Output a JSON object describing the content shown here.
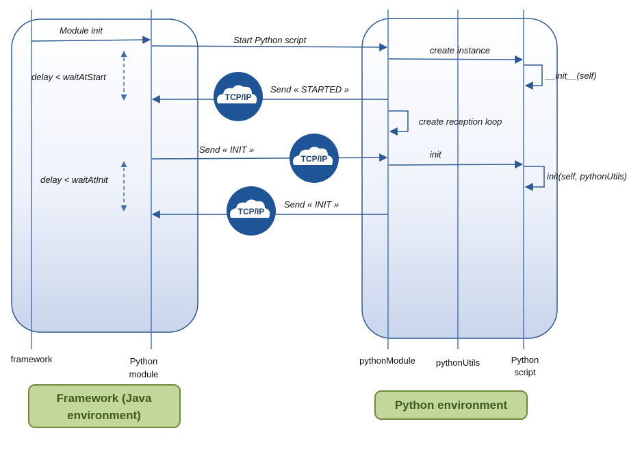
{
  "lifelines": {
    "framework": "framework",
    "python_module_1": "Python",
    "python_module_2": "module",
    "pythonModule": "pythonModule",
    "pythonUtils": "pythonUtils",
    "python_script_1": "Python",
    "python_script_2": "script"
  },
  "messages": {
    "module_init": "Module init",
    "start_python_script": "Start Python script",
    "create_instance": "create instance",
    "init_self": "__init__(self)",
    "send_started": "Send « STARTED »",
    "create_reception_loop": "create reception loop",
    "send_init_1": "Send « INIT »",
    "init": "init",
    "init_self_utils": "init(self, pythonUtils)",
    "send_init_2": "Send « INIT »"
  },
  "delays": {
    "wait_at_start": "delay < waitAtStart",
    "wait_at_init": "delay < waitAtInit"
  },
  "tcp_label": "TCP/IP",
  "environments": {
    "java_line1": "Framework (Java",
    "java_line2": "environment)",
    "python": "Python environment"
  },
  "colors": {
    "arrow": "#2e5a94",
    "tcp_circle": "#1f5596",
    "env_fill": "#c4d79a",
    "env_border": "#6e8b3d",
    "env_text": "#3d5a1e"
  }
}
